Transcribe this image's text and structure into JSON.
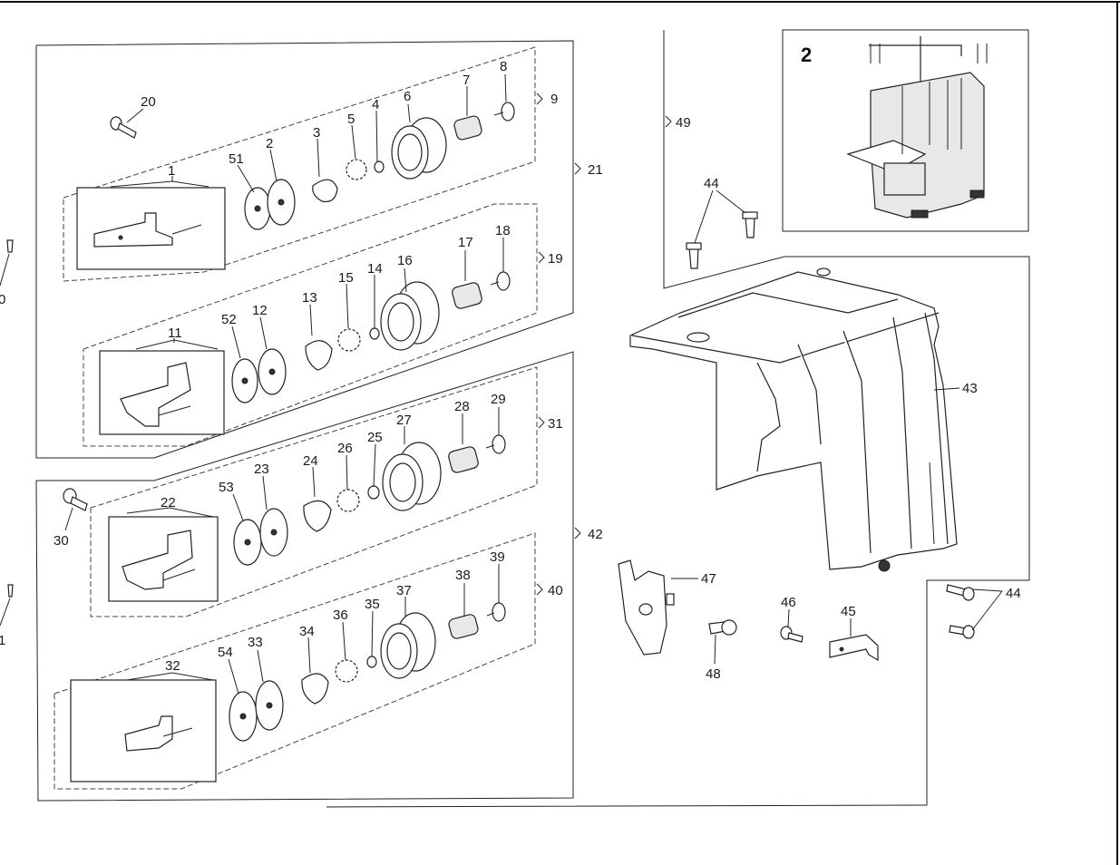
{
  "figure_number": "2",
  "part_labels": {
    "p1": "1",
    "p2": "2",
    "p3": "3",
    "p4": "4",
    "p5": "5",
    "p6": "6",
    "p7": "7",
    "p8": "8",
    "p9": "9",
    "p11": "11",
    "p12": "12",
    "p13": "13",
    "p14": "14",
    "p15": "15",
    "p16": "16",
    "p17": "17",
    "p18": "18",
    "p19": "19",
    "p20": "20",
    "p21": "21",
    "p22": "22",
    "p23": "23",
    "p24": "24",
    "p25": "25",
    "p26": "26",
    "p27": "27",
    "p28": "28",
    "p29": "29",
    "p30": "30",
    "p31": "31",
    "p32": "32",
    "p33": "33",
    "p34": "34",
    "p35": "35",
    "p36": "36",
    "p37": "37",
    "p38": "38",
    "p39": "39",
    "p40": "40",
    "p42": "42",
    "p43": "43",
    "p44": "44",
    "p45": "45",
    "p46": "46",
    "p47": "47",
    "p48": "48",
    "p49": "49",
    "p51": "51",
    "p52": "52",
    "p53": "53",
    "p54": "54",
    "edge_a": "0",
    "edge_b": "1"
  }
}
